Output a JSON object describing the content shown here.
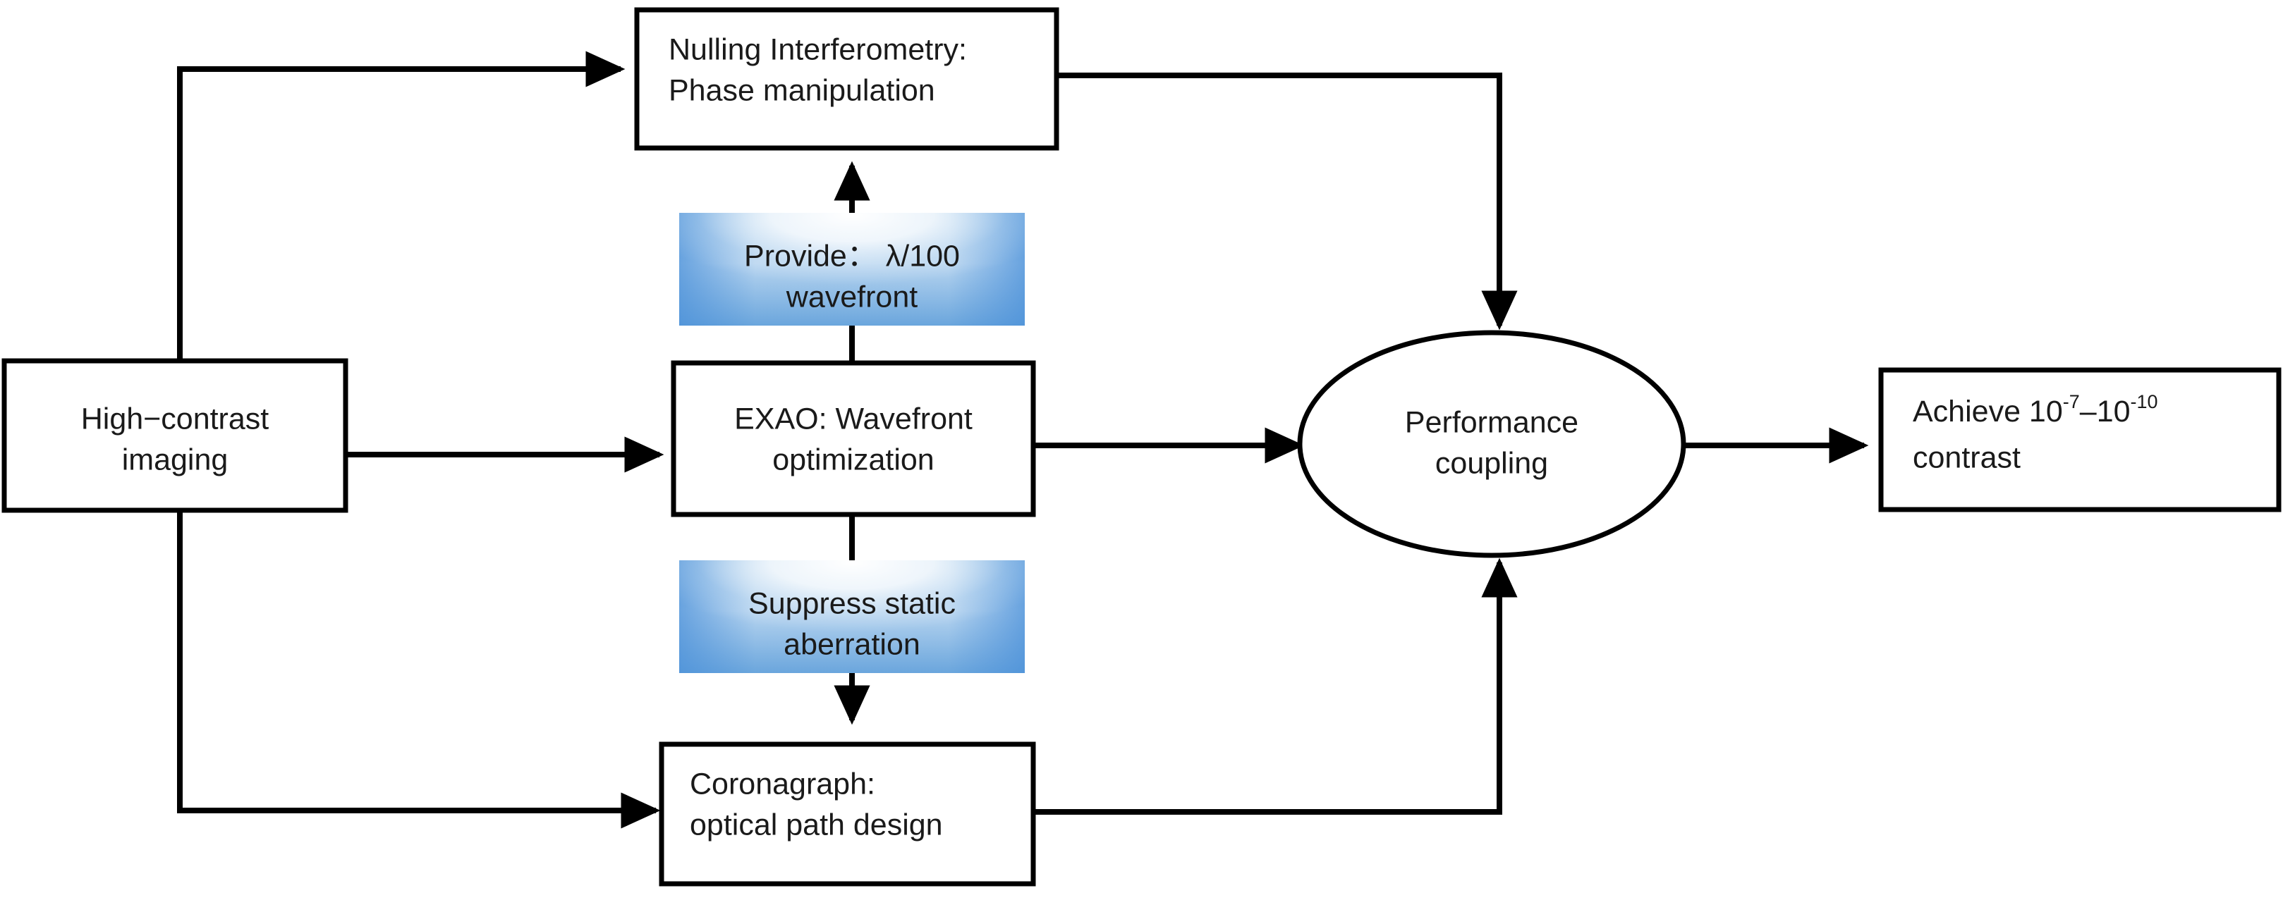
{
  "diagram": {
    "title": "High-contrast imaging technique coupling flow",
    "background_color": "#ffffff",
    "line_color": "#000000",
    "text_color": "#1a1a1a",
    "accent_blue": "#4a90d9",
    "accent_blue_light": "#bcd9f1",
    "nodes": {
      "source": {
        "id": "high-contrast-imaging",
        "shape": "rectangle",
        "line1": "High−contrast",
        "line2": "imaging"
      },
      "nulling": {
        "id": "nulling-interferometry",
        "shape": "rectangle",
        "line1": "Nulling Interferometry:",
        "line2": "Phase manipulation"
      },
      "exao": {
        "id": "exao-wavefront-optimization",
        "shape": "rectangle",
        "line1": "EXAO: Wavefront",
        "line2": "optimization"
      },
      "coronagraph": {
        "id": "coronagraph-optical-path-design",
        "shape": "rectangle",
        "line1": "Coronagraph:",
        "line2": "optical path design"
      },
      "coupling": {
        "id": "performance-coupling",
        "shape": "ellipse",
        "line1": "Performance",
        "line2": "coupling"
      },
      "result": {
        "id": "achieve-contrast",
        "shape": "rectangle",
        "line1_prefix": "Achieve 10",
        "line1_sup1": "-7",
        "line1_mid": "–10",
        "line1_sup2": "-10",
        "line2": "contrast"
      }
    },
    "edge_labels": {
      "provide_wavefront": {
        "id": "provide-wavefront-label",
        "line1": "Provide： λ/100",
        "line2": "wavefront",
        "style": "blue-gradient"
      },
      "suppress_aberration": {
        "id": "suppress-aberration-label",
        "line1": "Suppress static",
        "line2": "aberration",
        "style": "blue-gradient"
      }
    },
    "edges": [
      {
        "id": "source-to-nulling",
        "from": "high-contrast-imaging",
        "to": "nulling-interferometry",
        "arrow": true
      },
      {
        "id": "source-to-exao",
        "from": "high-contrast-imaging",
        "to": "exao-wavefront-optimization",
        "arrow": true
      },
      {
        "id": "source-to-coronagraph",
        "from": "high-contrast-imaging",
        "to": "coronagraph-optical-path-design",
        "arrow": true
      },
      {
        "id": "exao-to-nulling",
        "from": "exao-wavefront-optimization",
        "to": "nulling-interferometry",
        "arrow": true,
        "label": "provide-wavefront-label"
      },
      {
        "id": "exao-to-coronagraph",
        "from": "exao-wavefront-optimization",
        "to": "coronagraph-optical-path-design",
        "arrow": true,
        "label": "suppress-aberration-label"
      },
      {
        "id": "exao-to-coupling",
        "from": "exao-wavefront-optimization",
        "to": "performance-coupling",
        "arrow": true
      },
      {
        "id": "nulling-to-coupling",
        "from": "nulling-interferometry",
        "to": "performance-coupling",
        "arrow": true
      },
      {
        "id": "coronagraph-to-coupling",
        "from": "coronagraph-optical-path-design",
        "to": "performance-coupling",
        "arrow": true
      },
      {
        "id": "coupling-to-result",
        "from": "performance-coupling",
        "to": "achieve-contrast",
        "arrow": true
      }
    ]
  }
}
